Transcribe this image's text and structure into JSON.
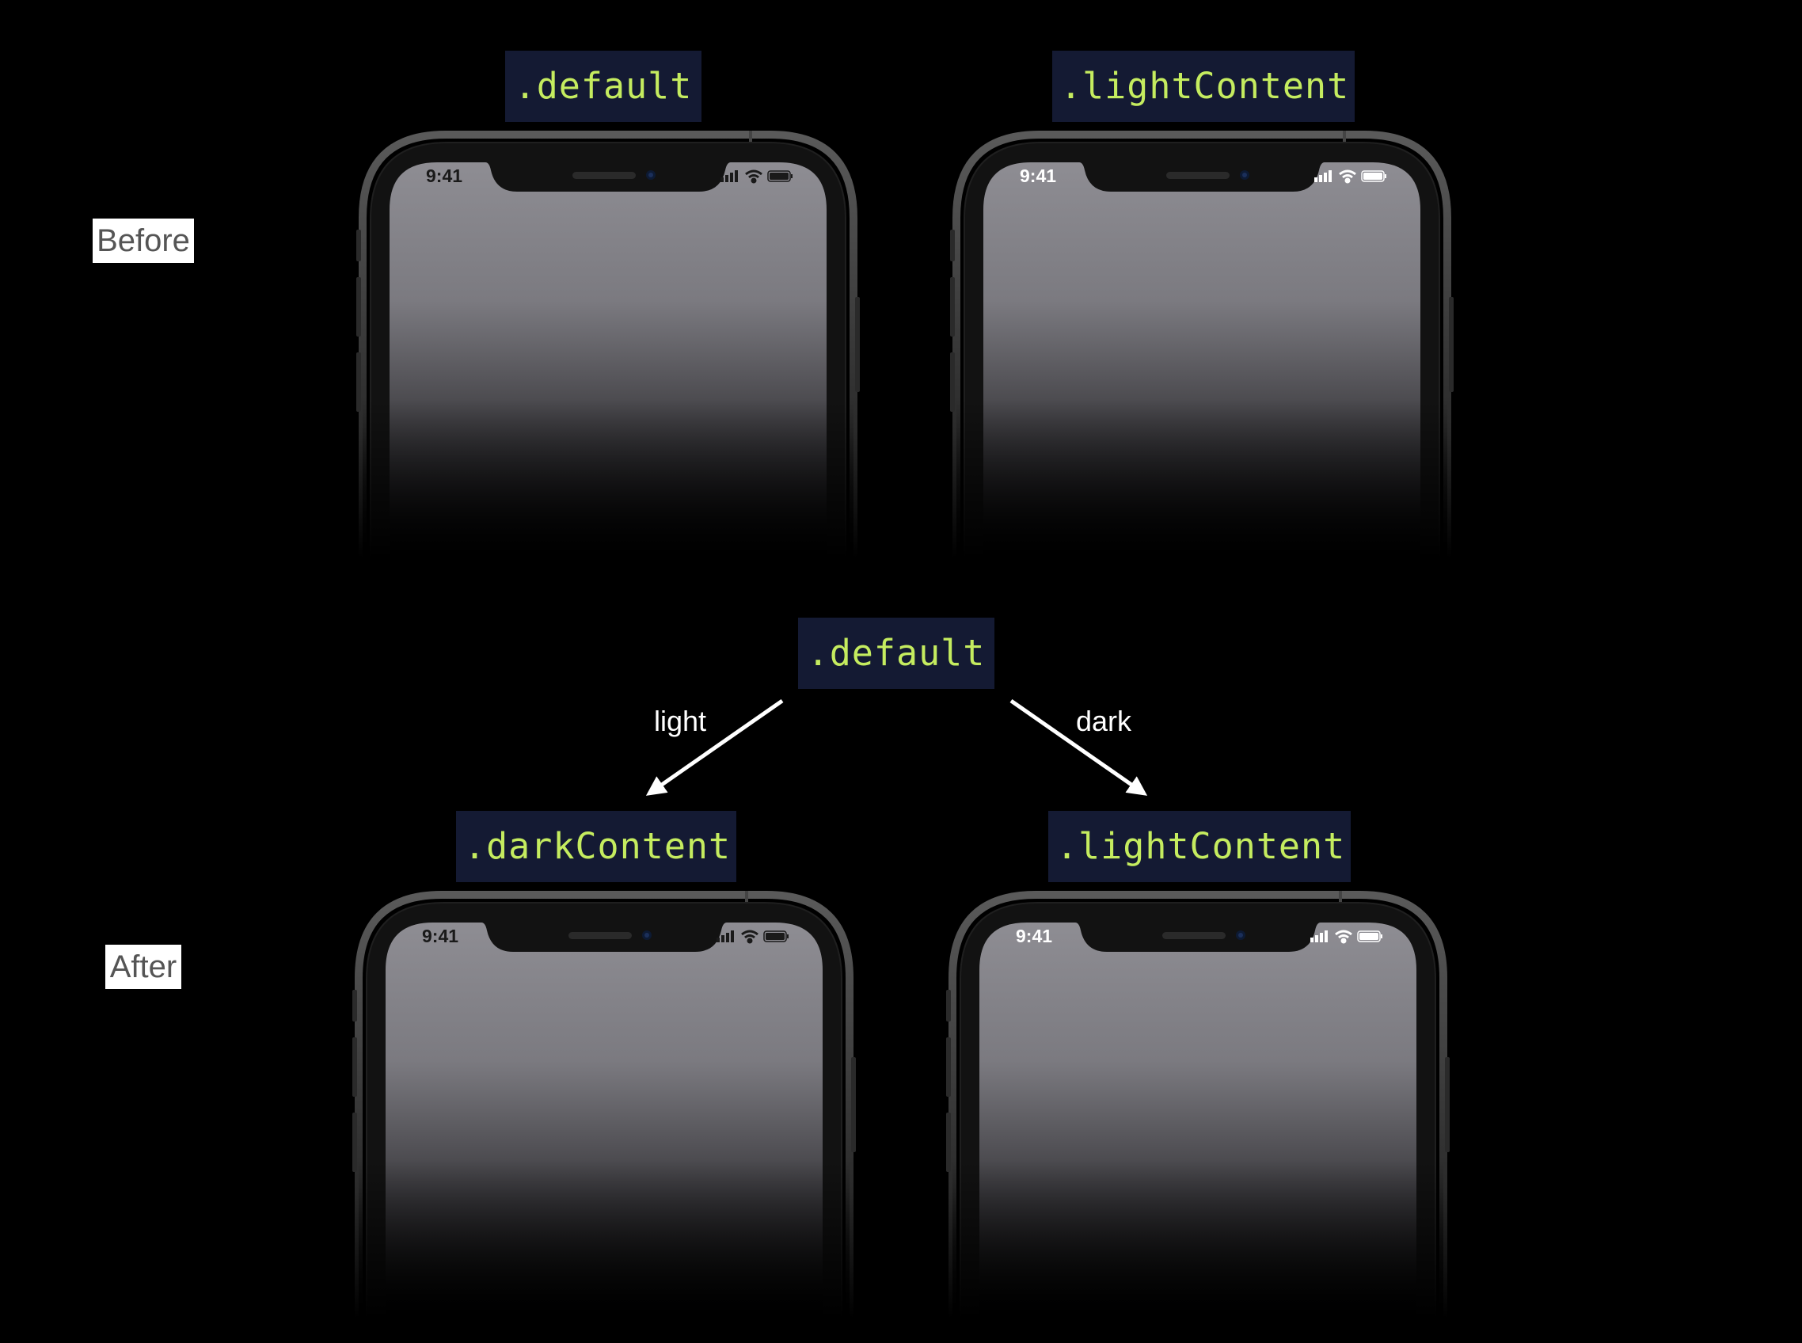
{
  "labels": {
    "before": "Before",
    "after": "After"
  },
  "before": {
    "left_style": ".default",
    "right_style": ".lightContent"
  },
  "mapping": {
    "source_style": ".default",
    "light_label": "light",
    "dark_label": "dark"
  },
  "after": {
    "left_style": ".darkContent",
    "right_style": ".lightContent"
  },
  "phones": {
    "time": "9:41"
  },
  "colors": {
    "background": "#000000",
    "code_bg": "#141a33",
    "code_text": "#c5ec5f",
    "dark_status": "#1a1a1a",
    "light_status": "#ffffff"
  },
  "icons": [
    "signal-icon",
    "wifi-icon",
    "battery-icon",
    "arrow-icon"
  ]
}
